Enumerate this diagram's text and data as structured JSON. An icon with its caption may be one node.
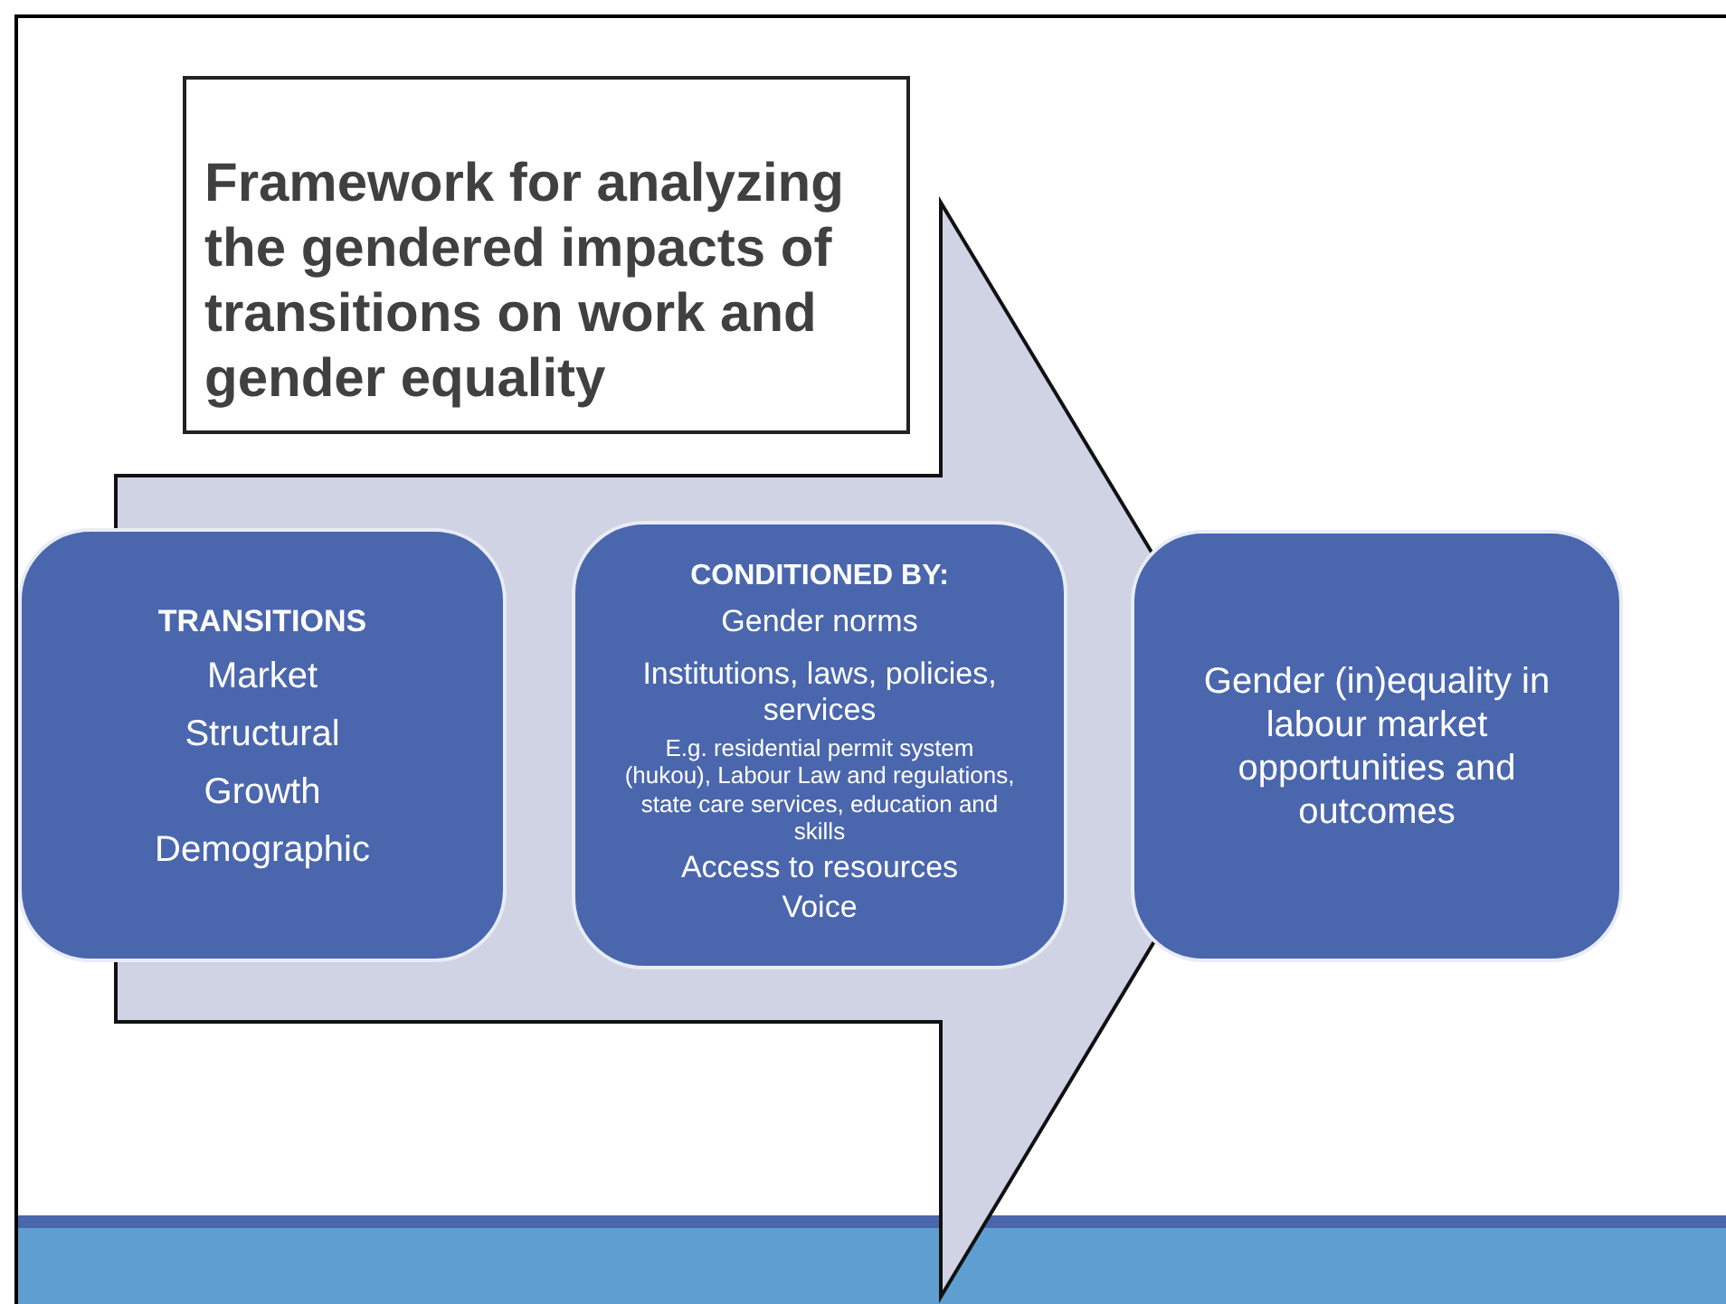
{
  "diagram": {
    "title": "Framework for analyzing the gendered impacts of transitions on work and gender equality",
    "nodes": [
      {
        "text": [
          "TRANSITIONS",
          "Market",
          "Structural",
          "Growth",
          "Demographic"
        ]
      },
      {
        "text": [
          "CONDITIONED BY:",
          "Gender norms",
          "Institutions, laws, policies, services",
          "E.g. residential permit system (hukou), Labour Law and regulations, state care services, education and skills",
          "Access to resources",
          "Voice"
        ]
      },
      {
        "text": [
          "Gender (in)equality in labour market opportunities and outcomes"
        ]
      }
    ],
    "edges": [
      {
        "from": 0,
        "to": 2,
        "arrow": "to"
      }
    ]
  }
}
